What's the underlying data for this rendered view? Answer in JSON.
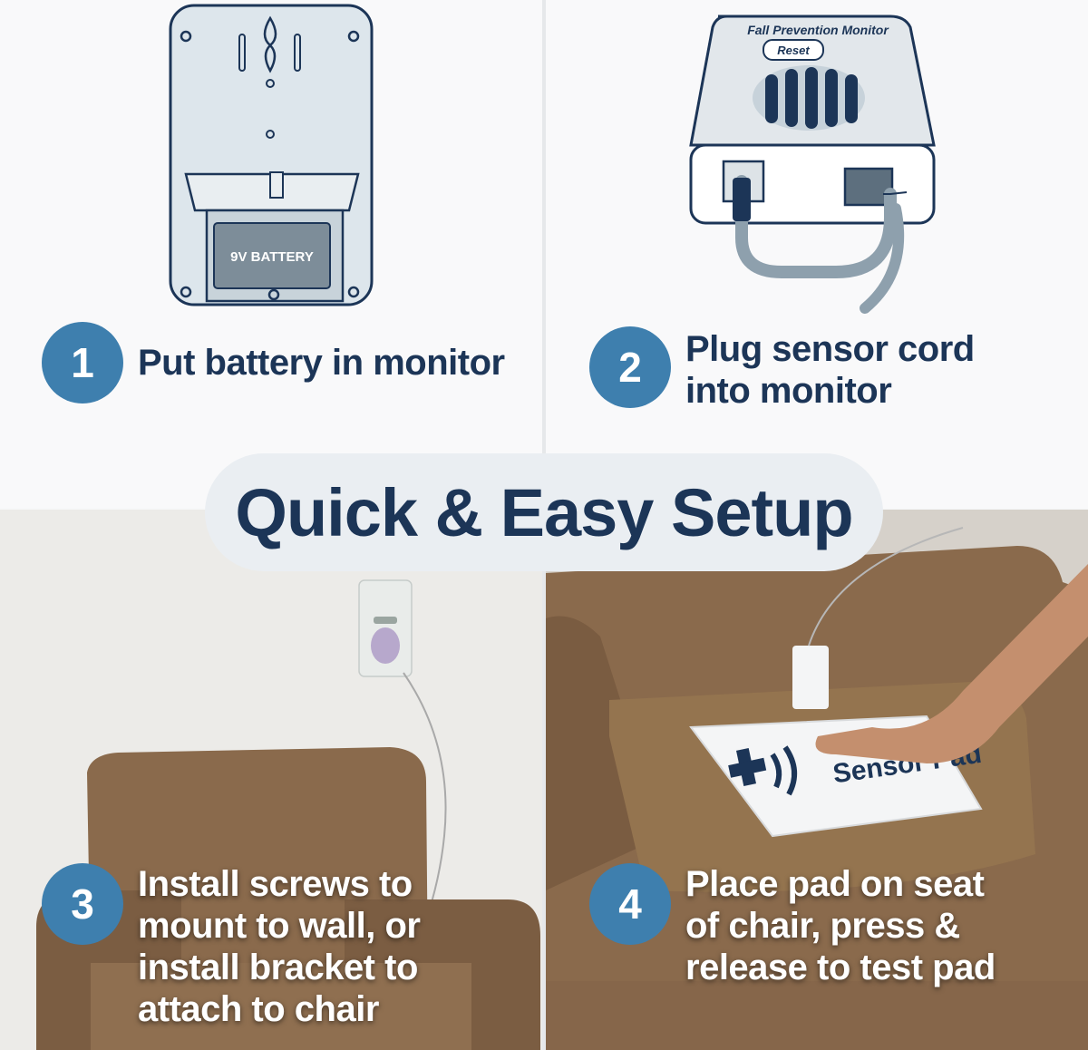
{
  "title": "Quick & Easy Setup",
  "steps": [
    {
      "number": "1",
      "text": "Put battery in monitor"
    },
    {
      "number": "2",
      "text": "Plug sensor cord\ninto monitor"
    },
    {
      "number": "3",
      "text": "Install screws to\nmount to wall, or\ninstall bracket to\nattach to chair"
    },
    {
      "number": "4",
      "text": "Place pad on seat\nof chair, press &\nrelease to test pad"
    }
  ],
  "labels": {
    "battery": "9V BATTERY",
    "monitor_name": "Fall Prevention Monitor",
    "reset": "Reset",
    "pad_text": "Sensor Pad"
  },
  "colors": {
    "navy": "#1c3557",
    "badge_blue": "#3e7fae",
    "chair_brown": "#8a6a4c"
  }
}
